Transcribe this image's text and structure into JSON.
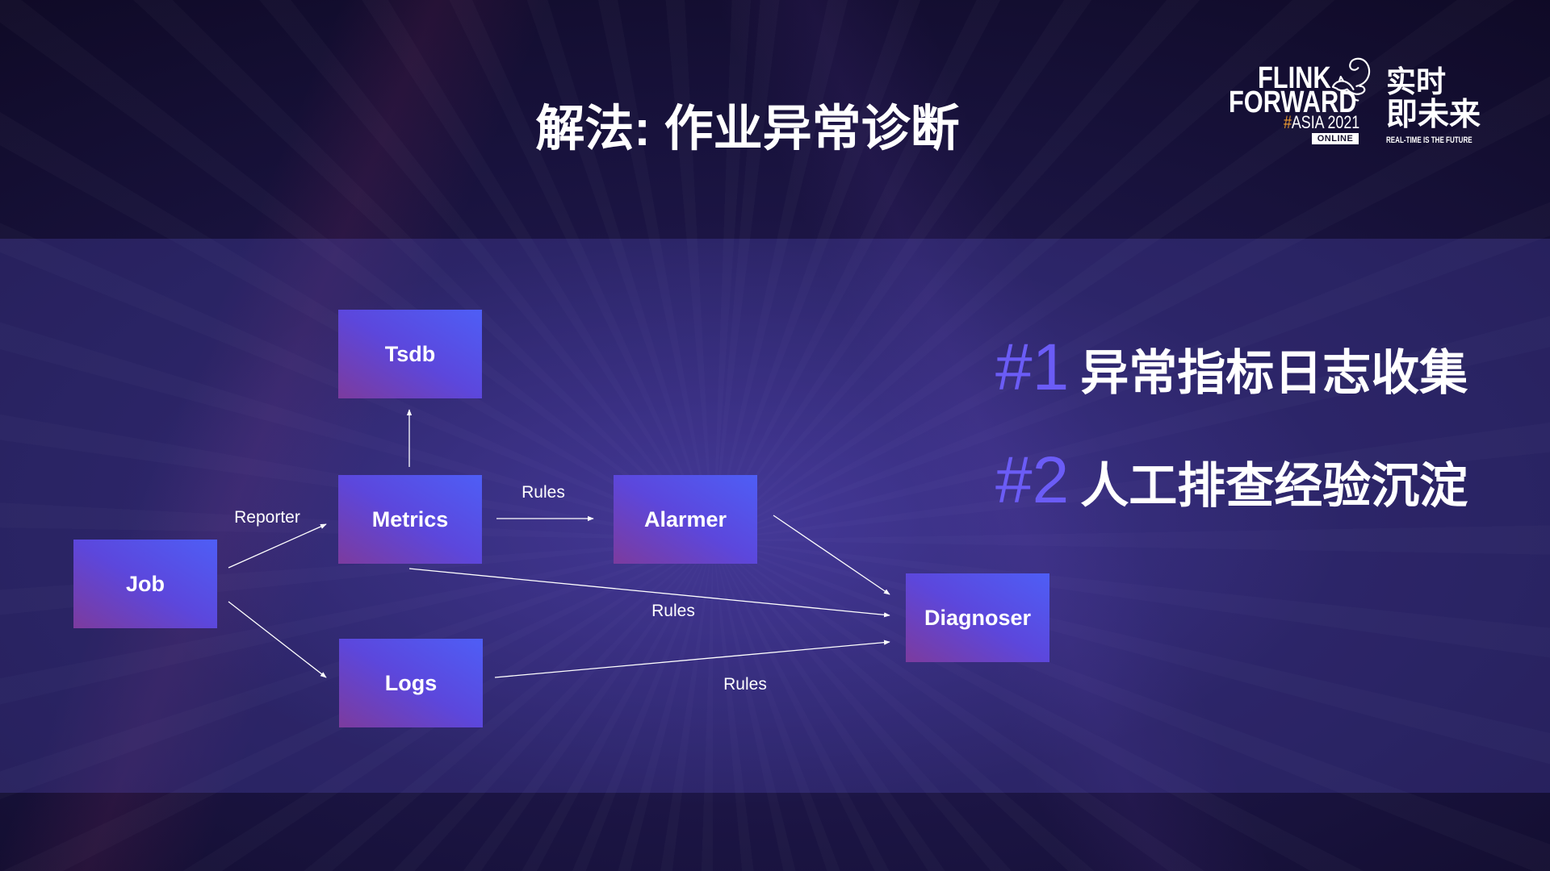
{
  "slide": {
    "title": "解法: 作业异常诊断"
  },
  "logo": {
    "line1": "FLINK",
    "line2": "FORWARD",
    "event_hash": "#",
    "event": "ASIA 2021",
    "badge": "ONLINE",
    "cn_line1": "实时",
    "cn_line2": "即未来",
    "tagline": "REAL-TIME IS THE FUTURE",
    "mascot_icon": "squirrel-icon"
  },
  "diagram": {
    "nodes": [
      {
        "label": "Tsdb"
      },
      {
        "label": "Metrics"
      },
      {
        "label": "Alarmer"
      },
      {
        "label": "Job"
      },
      {
        "label": "Logs"
      },
      {
        "label": "Diagnoser"
      }
    ],
    "edges": [
      {
        "from": "Job",
        "to": "Metrics",
        "label": "Reporter"
      },
      {
        "from": "Job",
        "to": "Logs"
      },
      {
        "from": "Metrics",
        "to": "Tsdb"
      },
      {
        "from": "Metrics",
        "to": "Alarmer",
        "label": "Rules"
      },
      {
        "from": "Alarmer",
        "to": "Diagnoser"
      },
      {
        "from": "Metrics",
        "to": "Diagnoser",
        "label": "Rules"
      },
      {
        "from": "Logs",
        "to": "Diagnoser",
        "label": "Rules"
      }
    ]
  },
  "points": [
    {
      "number": "#1",
      "text": "异常指标日志收集"
    },
    {
      "number": "#2",
      "text": "人工排查经验沉淀"
    }
  ],
  "colors": {
    "accent": "#6b5cf6",
    "node_from": "#7c3b9e",
    "node_to": "#4e5ef6",
    "logo_hash": "#f5a030"
  }
}
